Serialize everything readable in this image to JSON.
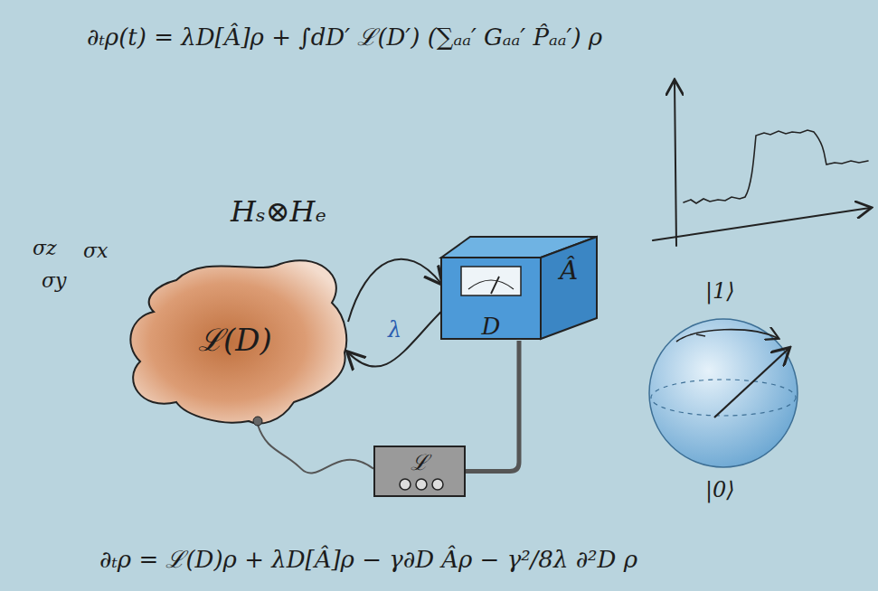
{
  "diagram": {
    "nodes": [
      {
        "text": [
          "ℒ(D)"
        ]
      },
      {
        "text": [
          "D",
          "Â"
        ]
      },
      {
        "text": [
          "ℒ"
        ]
      }
    ],
    "edges": [
      {
        "from": 0,
        "to": 1,
        "arrow": "to",
        "label": "λ"
      },
      {
        "from": 1,
        "to": 0,
        "arrow": "to"
      },
      {
        "from": 1,
        "to": 2,
        "arrow": "none"
      },
      {
        "from": 2,
        "to": 0,
        "arrow": "none"
      }
    ],
    "labels": [
      "∂ₜρ(t) = λD[Â]ρ + ∫dD′ ℒ(D′) (∑ₐₐ′ Gₐₐ′ P̂ₐₐ′) ρ",
      "Hₛ⊗Hₑ",
      "σz",
      "σx",
      "σy",
      "|1⟩",
      "|0⟩",
      "∂ₜρ = ℒ(D)ρ + λD[Â]ρ − γ∂D Âρ − γ²/8λ ∂²D ρ"
    ]
  }
}
